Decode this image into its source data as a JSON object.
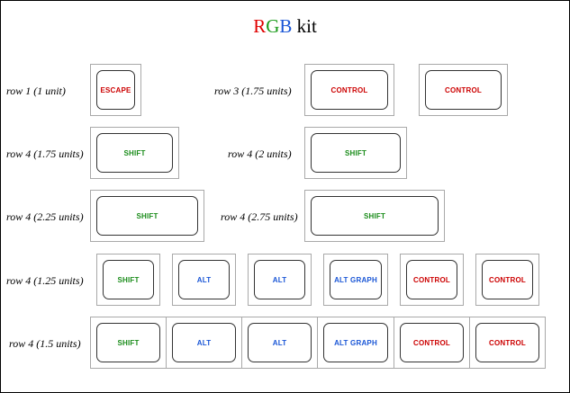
{
  "title": {
    "parts": [
      {
        "text": "R",
        "color": "#e00000"
      },
      {
        "text": "G",
        "color": "#1a9a1a"
      },
      {
        "text": "B",
        "color": "#1a56d6"
      },
      {
        "text": " kit",
        "color": "#000000"
      }
    ]
  },
  "colors": {
    "red": "#cc0000",
    "green": "#1a8c1a",
    "blue": "#1a56d6"
  },
  "row_labels": [
    "row 1 (1 unit)",
    "row 3 (1.75 units)",
    "row 4 (1.75 units)",
    "row 4 (2 units)",
    "row 4 (2.25 units)",
    "row 4 (2.75 units)",
    "row 4 (1.25 units)",
    "row 4 (1.5 units)"
  ],
  "keys": [
    {
      "legend": "ESCAPE",
      "color": "red"
    },
    {
      "legend": "CONTROL",
      "color": "red"
    },
    {
      "legend": "CONTROL",
      "color": "red"
    },
    {
      "legend": "SHIFT",
      "color": "green"
    },
    {
      "legend": "SHIFT",
      "color": "green"
    },
    {
      "legend": "SHIFT",
      "color": "green"
    },
    {
      "legend": "SHIFT",
      "color": "green"
    },
    {
      "legend": "SHIFT",
      "color": "green"
    },
    {
      "legend": "ALT",
      "color": "blue"
    },
    {
      "legend": "ALT",
      "color": "blue"
    },
    {
      "legend": "ALT GRAPH",
      "color": "blue"
    },
    {
      "legend": "CONTROL",
      "color": "red"
    },
    {
      "legend": "CONTROL",
      "color": "red"
    },
    {
      "legend": "SHIFT",
      "color": "green"
    },
    {
      "legend": "ALT",
      "color": "blue"
    },
    {
      "legend": "ALT",
      "color": "blue"
    },
    {
      "legend": "ALT  GRAPH",
      "color": "blue"
    },
    {
      "legend": "CONTROL",
      "color": "red"
    },
    {
      "legend": "CONTROL",
      "color": "red"
    }
  ]
}
